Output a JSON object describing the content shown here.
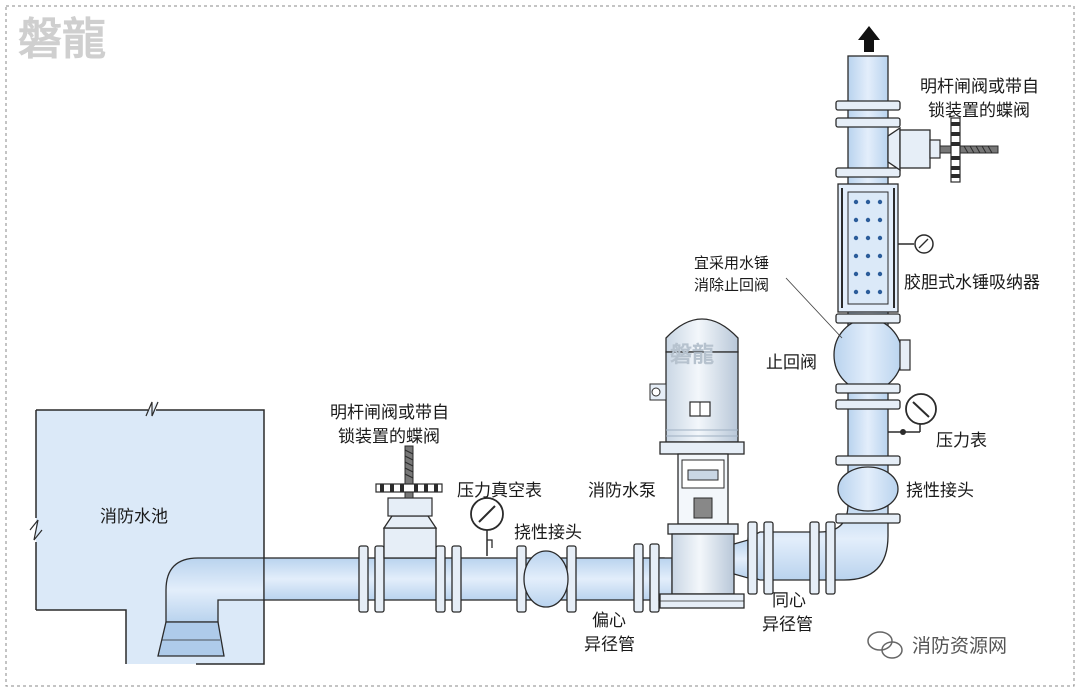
{
  "brand": {
    "logo_text": "磐龍",
    "motor_logo_text": "磐龍"
  },
  "watermark": {
    "text": "消防资源网"
  },
  "labels": {
    "pool": "消防水池",
    "suction_valve_line1": "明杆闸阀或带自",
    "suction_valve_line2": "锁装置的蝶阀",
    "vacuum_gauge": "压力真空表",
    "flex_joint_suction": "挠性接头",
    "pump": "消防水泵",
    "eccentric_reducer_line1": "偏心",
    "eccentric_reducer_line2": "异径管",
    "concentric_reducer_line1": "同心",
    "concentric_reducer_line2": "异径管",
    "check_valve_note_line1": "宜采用水锤",
    "check_valve_note_line2": "消除止回阀",
    "check_valve": "止回阀",
    "water_hammer_arrestor": "胶胆式水锤吸纳器",
    "discharge_valve_line1": "明杆闸阀或带自",
    "discharge_valve_line2": "锁装置的蝶阀",
    "pressure_gauge": "压力表",
    "flex_joint_discharge": "挠性接头"
  },
  "colors": {
    "pipe_fill": "#cfe3f7",
    "pipe_stroke": "#2b2b2b",
    "pool_fill": "#dbe9f8",
    "flange_fill": "#e6eef7"
  }
}
